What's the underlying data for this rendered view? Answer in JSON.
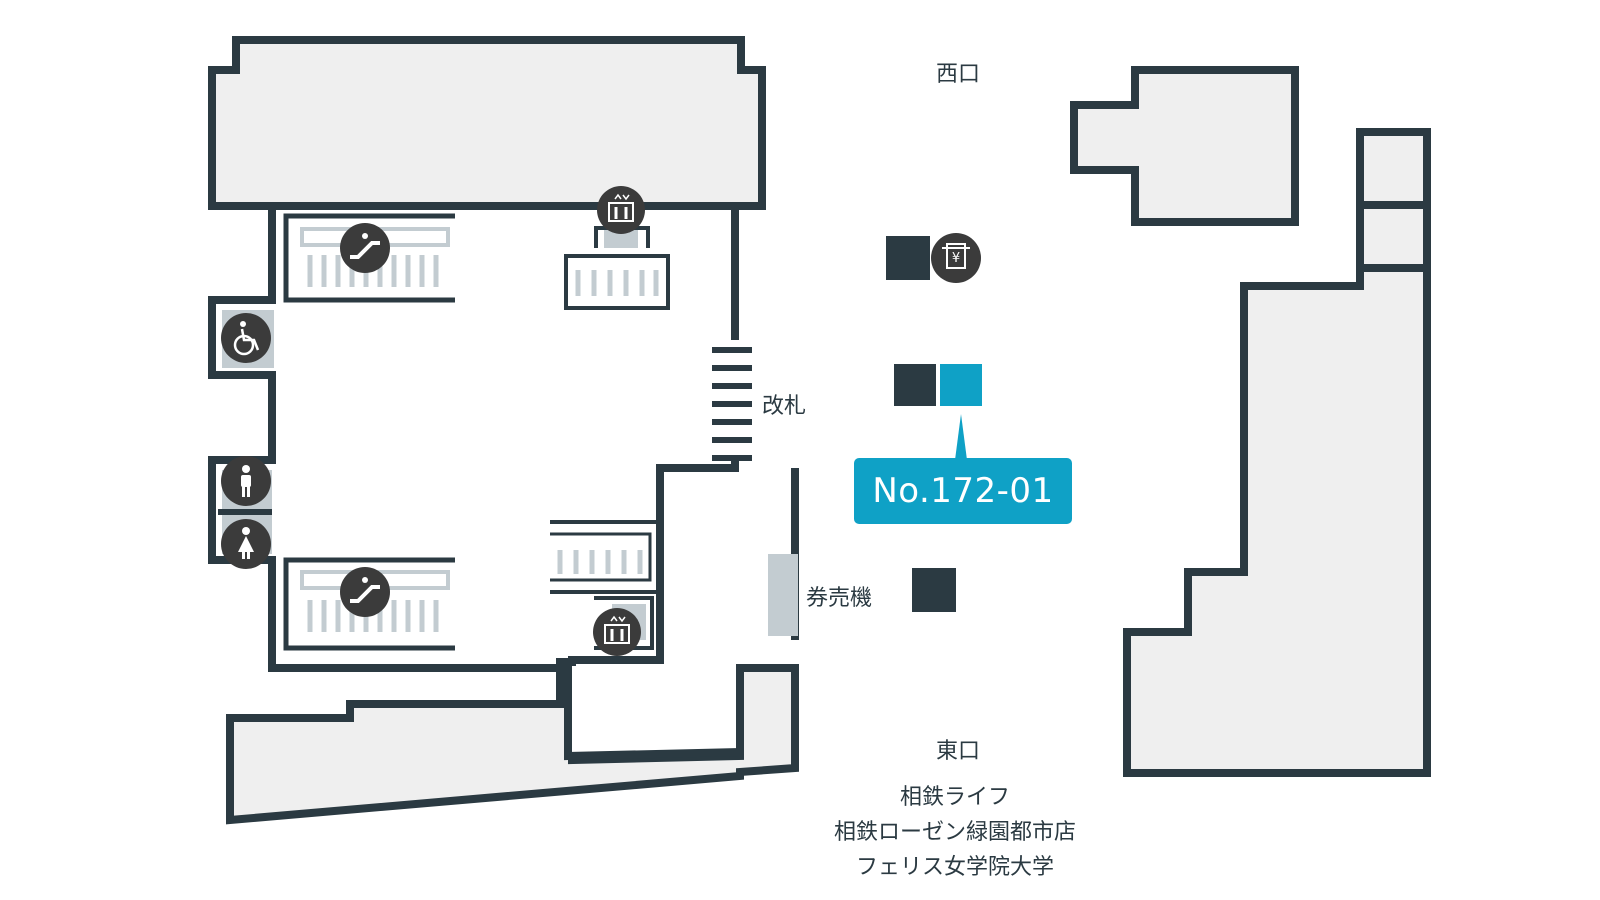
{
  "labels": {
    "west_exit": "西口",
    "east_exit": "東口",
    "ticket_gate": "改札",
    "ticket_machine": "券売機"
  },
  "callout": {
    "text": "No.172-01"
  },
  "destinations": [
    "相鉄ライフ",
    "相鉄ローゼン緑園都市店",
    "フェリス女学院大学"
  ],
  "colors": {
    "wall": "#2b3a42",
    "building_fill": "#efefef",
    "highlight_locker": "#0fa1c6",
    "locker": "#2b3a42",
    "stair_fill": "#c3ccd1",
    "icon_bg": "#3b3b3b"
  },
  "icons": [
    "escalator-icon",
    "elevator-icon",
    "wheelchair-icon",
    "mens-restroom-icon",
    "womens-restroom-icon",
    "atm-yen-icon"
  ]
}
